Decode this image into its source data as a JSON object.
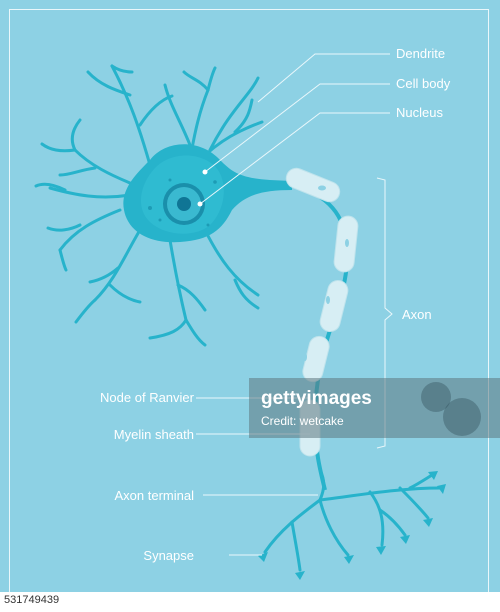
{
  "colors": {
    "background": "#8dd1e4",
    "neuron": "#27b3cb",
    "neuron_dark": "#1d9cb5",
    "soma": "#2ab7cf",
    "nucleus": "#1a8fab",
    "nucleolus": "#0f7595",
    "myelin": "#d7eef4",
    "leader": "#e9f7fb"
  },
  "labels": {
    "dendrite": "Dendrite",
    "cell_body": "Cell body",
    "nucleus": "Nucleus",
    "axon": "Axon",
    "node_of_ranvier": "Node of Ranvier",
    "myelin_sheath": "Myelin sheath",
    "axon_terminal": "Axon terminal",
    "synapse": "Synapse"
  },
  "watermark": {
    "brand": "gettyimages",
    "credit": "Credit: wetcake"
  },
  "footer": {
    "image_id": "531749439"
  }
}
